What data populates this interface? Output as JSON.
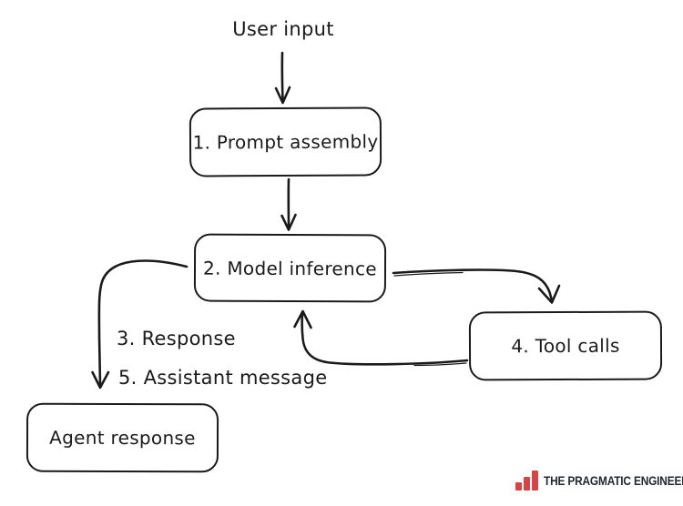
{
  "diagram": {
    "nodes": [
      {
        "id": "user-input",
        "label": "User input",
        "type": "text"
      },
      {
        "id": "prompt-assembly",
        "label": "1. Prompt assembly",
        "type": "box"
      },
      {
        "id": "model-inference",
        "label": "2. Model inference",
        "type": "box"
      },
      {
        "id": "tool-calls",
        "label": "4. Tool calls",
        "type": "box"
      },
      {
        "id": "agent-response",
        "label": "Agent response",
        "type": "box"
      }
    ],
    "edge_labels": [
      {
        "id": "response",
        "label": "3. Response"
      },
      {
        "id": "assistant-message",
        "label": "5. Assistant message"
      }
    ],
    "edges": [
      {
        "from": "user-input",
        "to": "prompt-assembly"
      },
      {
        "from": "prompt-assembly",
        "to": "model-inference"
      },
      {
        "from": "model-inference",
        "to": "agent-response",
        "labels": [
          "3. Response",
          "5. Assistant message"
        ]
      },
      {
        "from": "model-inference",
        "to": "tool-calls"
      },
      {
        "from": "tool-calls",
        "to": "model-inference"
      }
    ]
  },
  "branding": {
    "logo_text": "THE PRAGMATIC ENGINEER",
    "icon": "bar-chart-icon",
    "bar_color": "#d64545",
    "text_color": "#23272e"
  },
  "colors": {
    "background": "#ffffff",
    "stroke": "#1a1a1a"
  }
}
